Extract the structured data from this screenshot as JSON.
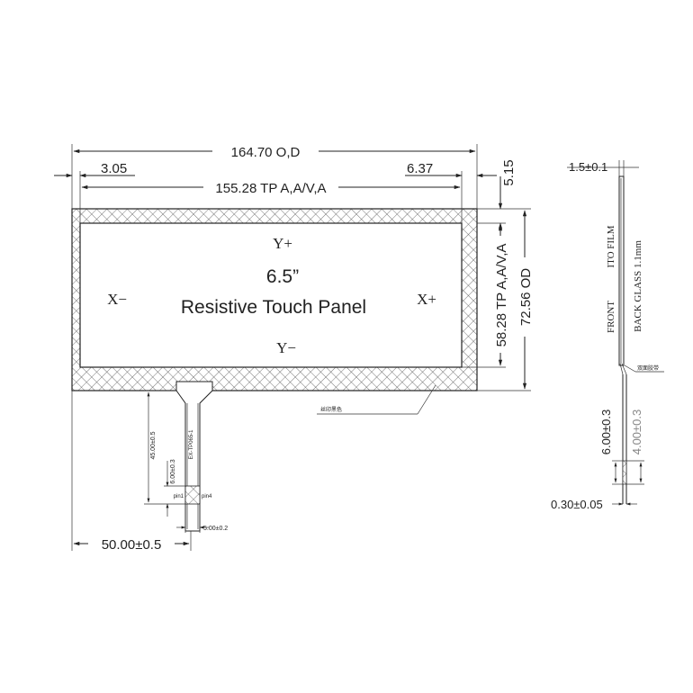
{
  "panel": {
    "size": "6.5”",
    "title": "Resistive Touch Panel",
    "y_plus": "Y+",
    "y_minus": "Y−",
    "x_minus": "X−",
    "x_plus": "X+"
  },
  "dimensions": {
    "overall_width": "164.70  O,D",
    "left_margin": "3.05",
    "active_width": "155.28 TP A,A/V,A",
    "right_margin": "6.37",
    "top_margin": "5.15",
    "active_height": "58.28 TP A,A/V,A",
    "overall_height": "72.56  OD",
    "tail_offset": "50.00±0.5",
    "tail_length": "45.00±0.5",
    "tail_contact": "6.00±0.3",
    "tail_width": "5.00±0.2"
  },
  "tail": {
    "pin1": "pin1",
    "pin4": "pin4",
    "part_number": "EX-TP065-1",
    "silk_note": "丝印黑色"
  },
  "side_view": {
    "film_thickness": "1.5±0.1",
    "front": "FRONT",
    "ito_film": "ITO FILM",
    "back_glass": "BACK  GLASS 1.1mm",
    "tape_note": "双面胶带",
    "tail_contact": "6.00±0.3",
    "tail_contact_alt": "4.00±0.3",
    "tail_thickness": "0.30±0.05"
  }
}
